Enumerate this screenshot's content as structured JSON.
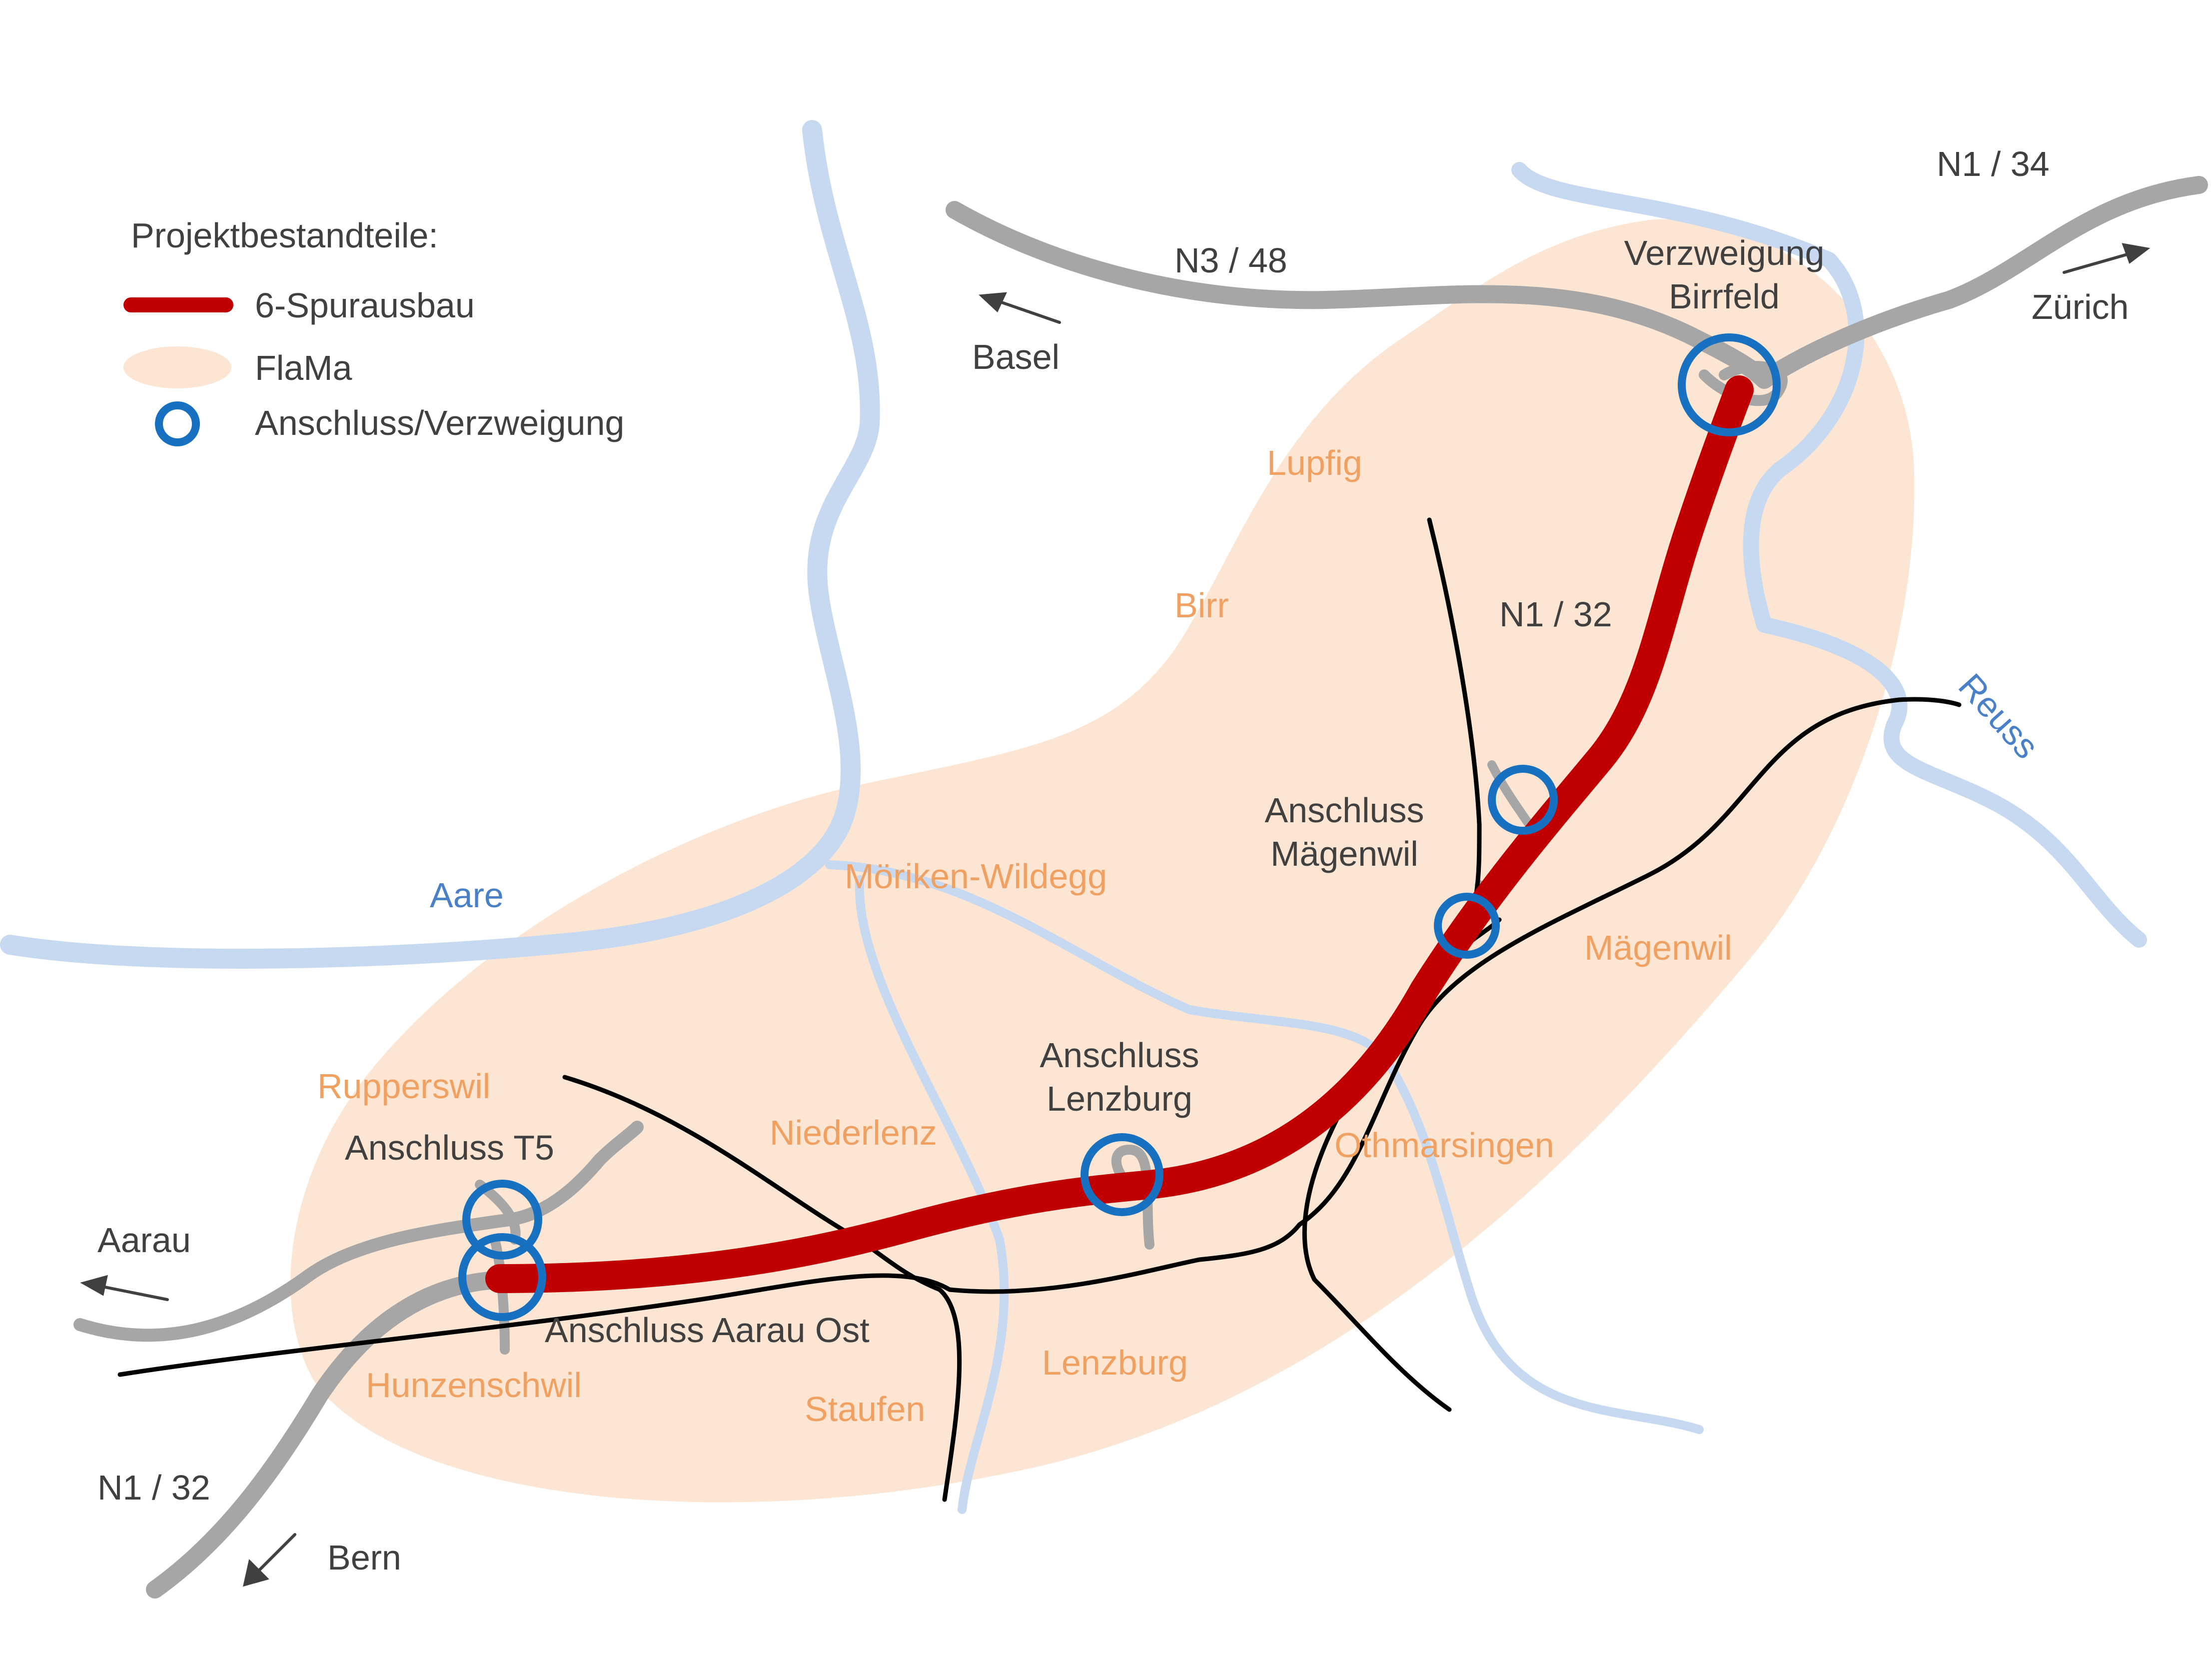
{
  "colors": {
    "six_lane": "#c00000",
    "flama_zone": "#fde5d3",
    "junction": "#1770c0",
    "national_road": "#a6a6a6",
    "river": "#c6d9f1",
    "rail": "#000000",
    "place_text": "#f0a060",
    "label_text": "#404040",
    "water_text": "#4a80c8"
  },
  "legend": {
    "title": "Projektbestandteile:",
    "items": [
      {
        "label": "6-Spurausbau",
        "symbol": "red-line"
      },
      {
        "label": "FlaMa",
        "symbol": "peach-area"
      },
      {
        "label": "Anschluss/Verzweigung",
        "symbol": "blue-circle"
      }
    ]
  },
  "roads": {
    "n3": "N3 / 48",
    "n1_east": "N1 / 34",
    "n1_mid": "N1 / 32",
    "n1_west": "N1 / 32"
  },
  "directions": {
    "basel": "Basel",
    "zurich": "Zürich",
    "aarau": "Aarau",
    "bern": "Bern"
  },
  "junctions": {
    "birrfeld_l1": "Verzweigung",
    "birrfeld_l2": "Birrfeld",
    "maegenwil_l1": "Anschluss",
    "maegenwil_l2": "Mägenwil",
    "lenzburg_l1": "Anschluss",
    "lenzburg_l2": "Lenzburg",
    "t5": "Anschluss T5",
    "aarau_ost": "Anschluss Aarau Ost"
  },
  "rivers": {
    "aare": "Aare",
    "reuss": "Reuss"
  },
  "places": {
    "lupfig": "Lupfig",
    "birr": "Birr",
    "moeriken": "Möriken-Wildegg",
    "maegenwil": "Mägenwil",
    "rupperswil": "Rupperswil",
    "niederlenz": "Niederlenz",
    "othmarsingen": "Othmarsingen",
    "hunzenschwil": "Hunzenschwil",
    "staufen": "Staufen",
    "lenzburg": "Lenzburg"
  }
}
